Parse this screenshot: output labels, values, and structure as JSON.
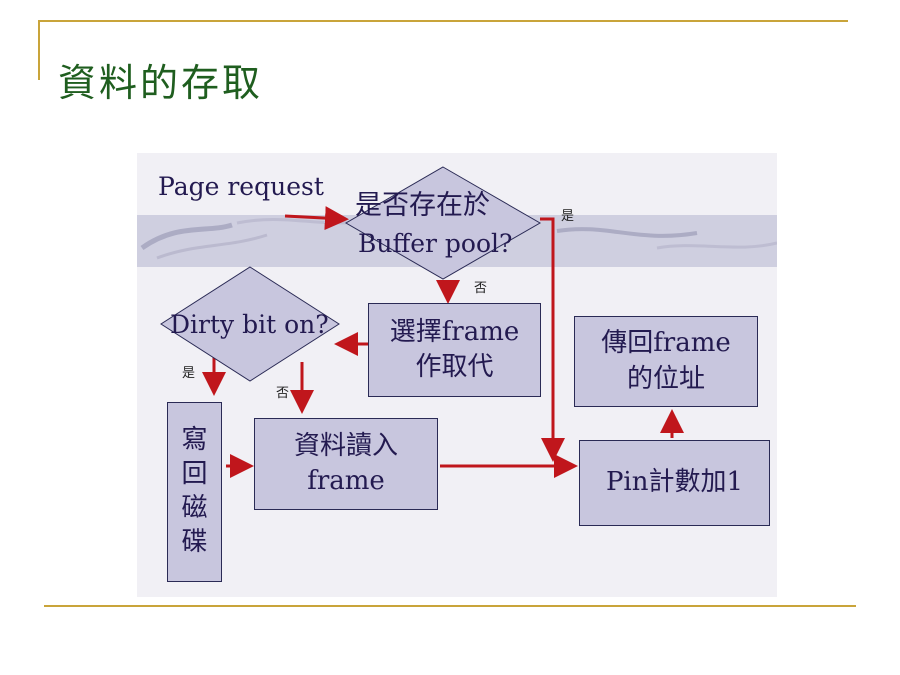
{
  "slide": {
    "title": "資料的存取"
  },
  "diagram": {
    "start_label": "Page request",
    "decision_buffer": {
      "line1": "是否存在於",
      "line2": "Buffer pool?"
    },
    "decision_dirty": "Dirty bit on?",
    "box_select": {
      "line1": "選擇frame",
      "line2": "作取代"
    },
    "box_return": {
      "line1": "傳回frame",
      "line2": "的位址"
    },
    "box_write": {
      "c1": "寫",
      "c2": "回",
      "c3": "磁",
      "c4": "碟"
    },
    "box_read": {
      "line1": "資料讀入",
      "line2": "frame"
    },
    "box_pin": "Pin計數加1",
    "edge_yes_buffer": "是",
    "edge_no_buffer": "否",
    "edge_yes_dirty": "是",
    "edge_no_dirty": "否"
  },
  "colors": {
    "arrow": "#c0161c",
    "box_fill": "#c8c6de",
    "title": "#1f5e1f",
    "rule": "#c9a43a"
  }
}
